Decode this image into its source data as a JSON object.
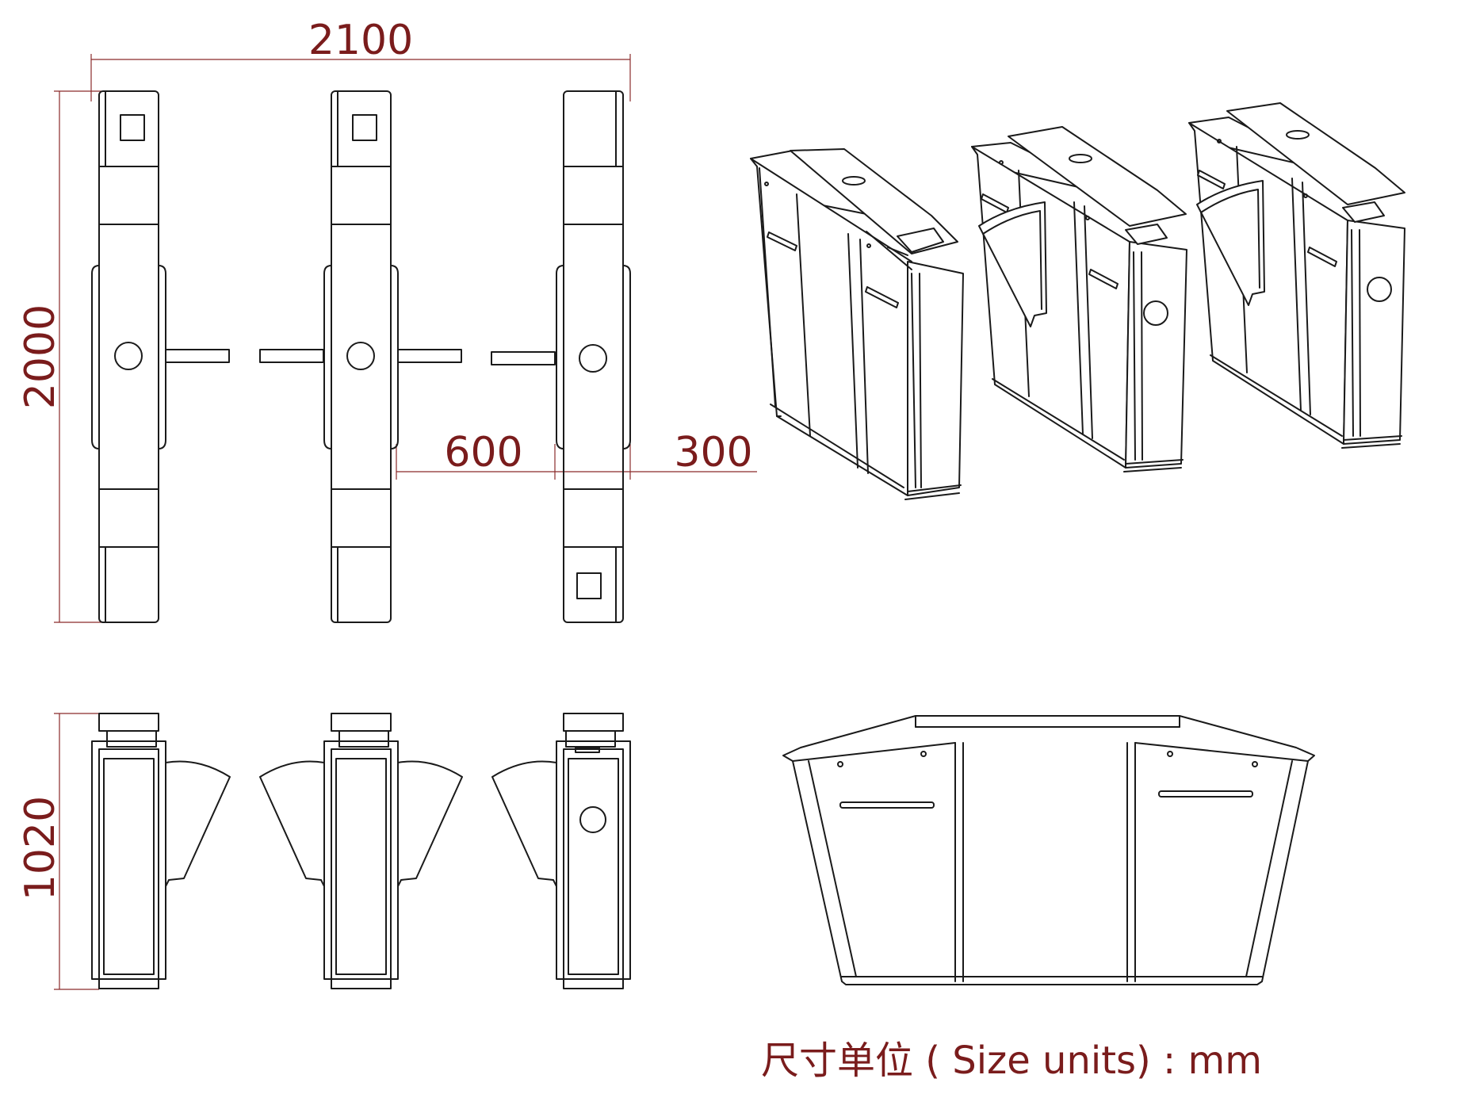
{
  "dimensions": {
    "total_width": "2100",
    "total_height": "2000",
    "passage_width": "600",
    "cabinet_width": "300",
    "cabinet_height": "1020"
  },
  "units_label": "尺寸单位 ( Size units) : mm",
  "colors": {
    "dimension": "#8a2a2a",
    "outline": "#1a1a1a"
  }
}
